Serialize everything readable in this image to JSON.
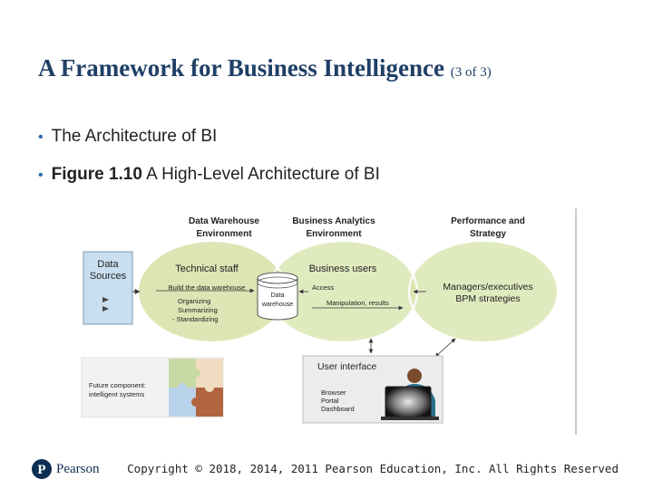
{
  "slide": {
    "title_main": "A Framework for Business Intelligence",
    "title_suffix": "(3 of 3)"
  },
  "bullets": [
    {
      "text": "The Architecture of BI"
    },
    {
      "lead": "Figure 1.10",
      "text": "A High-Level Architecture of BI"
    }
  ],
  "figure": {
    "env_dw_line1": "Data Warehouse",
    "env_dw_line2": "Environment",
    "env_ba_line1": "Business Analytics",
    "env_ba_line2": "Environment",
    "env_ps_line1": "Performance and",
    "env_ps_line2": "Strategy",
    "data_sources_line1": "Data",
    "data_sources_line2": "Sources",
    "technical_staff": "Technical staff",
    "build_dw": "Build the data warehouse",
    "organizing": "Organizing",
    "summarizing": "Summarizing",
    "standardizing": "- Standardizing",
    "data_label": "Data",
    "warehouse_label": "warehouse",
    "business_users": "Business users",
    "access": "Access",
    "manipulation": "Manipulation, results",
    "managers_line1": "Managers/executives",
    "managers_line2": "BPM strategies",
    "user_interface": "User interface",
    "browser": "Browser",
    "portal": "Portal",
    "dashboard": "Dashboard",
    "future_line1": "Future component:",
    "future_line2": "intelligent systems",
    "colors": {
      "ellipse_fill": "#dbe6b4",
      "ellipse_stroke": "#ffffff",
      "sources_fill": "#c9dff0",
      "ui_fill": "#ececec",
      "puzzle_green": "#c7d9a4",
      "puzzle_blue": "#b9d3ea",
      "puzzle_brown": "#b0643f",
      "puzzle_tan": "#f1dcc2"
    }
  },
  "footer": {
    "brand": "Pearson",
    "copyright": "Copyright © 2018, 2014, 2011 Pearson Education, Inc. All Rights Reserved"
  }
}
